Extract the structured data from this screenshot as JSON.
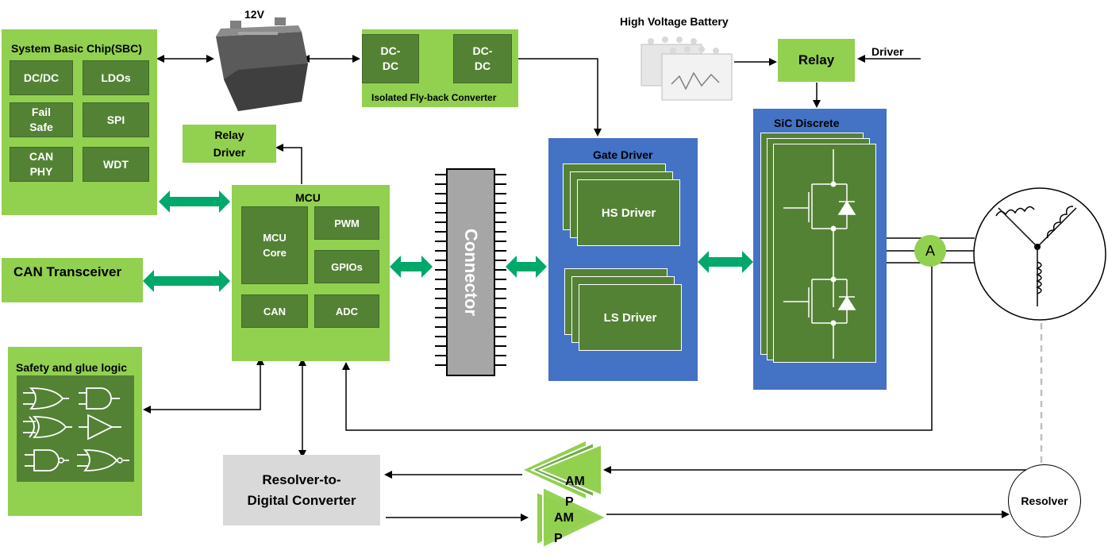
{
  "battery_12v": "12V",
  "sbc": {
    "title": "System Basic Chip(SBC)",
    "blocks": [
      "DC/DC",
      "LDOs",
      "Fail\nSafe",
      "SPI",
      "CAN\nPHY",
      "WDT"
    ]
  },
  "dcdc": {
    "left": "DC-\nDC",
    "right": "DC-\nDC",
    "caption": "Isolated Fly-back Converter"
  },
  "hv_battery": "High Voltage Battery",
  "relay": "Relay",
  "driver": "Driver",
  "relay_driver": "Relay\nDriver",
  "mcu": {
    "title": "MCU",
    "core": "MCU\nCore",
    "pwm": "PWM",
    "gpios": "GPIOs",
    "can": "CAN",
    "adc": "ADC"
  },
  "can_transceiver": "CAN Transceiver",
  "connector": "Connector",
  "gate_driver": {
    "title": "Gate Driver",
    "hs": "HS Driver",
    "ls": "LS Driver"
  },
  "sic": {
    "title": "SiC Discrete"
  },
  "ammeter": "A",
  "safety": "Safety and glue logic",
  "rdc": "Resolver-to-\nDigital Converter",
  "amp_top": "AM\nP",
  "amp_bottom": "AM\nP",
  "resolver": "Resolver",
  "colors": {
    "light_green": "#92d050",
    "dark_green": "#548235",
    "blue": "#4472c4",
    "arrow_green": "#00a86b",
    "gray": "#d9d9d9"
  }
}
